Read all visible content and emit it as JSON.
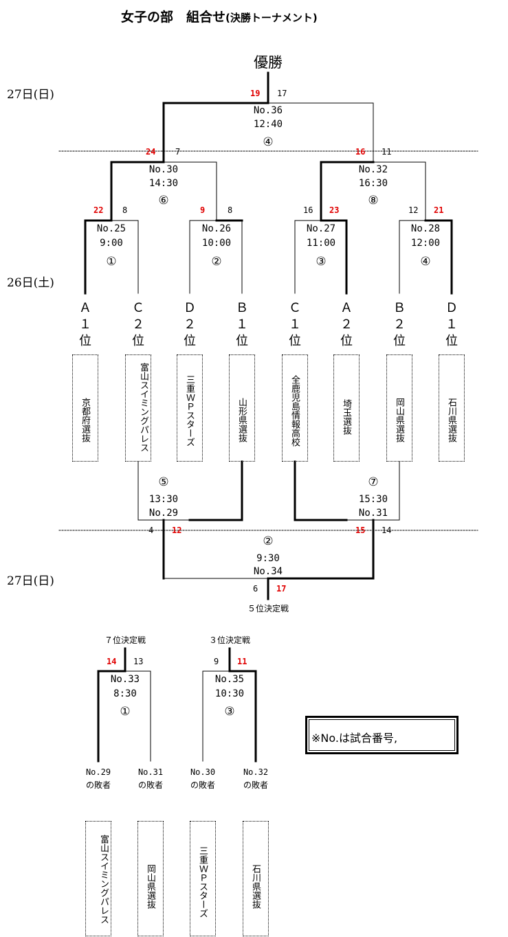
{
  "title": {
    "main": "女子の部　組合せ",
    "sub": "(決勝トーナメント)"
  },
  "days": {
    "sunday": "27日(日)",
    "saturday": "26日(土)",
    "sunday_bottom": "27日(日)"
  },
  "champion": "優勝",
  "final": {
    "number": "No.36",
    "time": "12:40",
    "court": "④",
    "score_left": "19",
    "score_right": "17"
  },
  "semis": [
    {
      "number": "No.30",
      "time": "14:30",
      "court": "⑥",
      "score_left": "24",
      "score_right": "7"
    },
    {
      "number": "No.32",
      "time": "16:30",
      "court": "⑧",
      "score_left": "16",
      "score_right": "11"
    }
  ],
  "quarters": [
    {
      "number": "No.25",
      "time": "9:00",
      "court": "①",
      "score_left": "22",
      "score_right": "8"
    },
    {
      "number": "No.26",
      "time": "10:00",
      "court": "②",
      "score_left": "9",
      "score_right": "8"
    },
    {
      "number": "No.27",
      "time": "11:00",
      "court": "③",
      "score_left": "16",
      "score_right": "23"
    },
    {
      "number": "No.28",
      "time": "12:00",
      "court": "④",
      "score_left": "12",
      "score_right": "21"
    }
  ],
  "seeds": [
    "Ａ１位",
    "Ｃ２位",
    "Ｄ２位",
    "Ｂ１位",
    "Ｃ１位",
    "Ａ２位",
    "Ｂ２位",
    "Ｄ１位"
  ],
  "teams": [
    "京都府選抜",
    "富山スイミングパレス",
    "三重ＷＰスターズ",
    "山形県選抜",
    "全鹿児島情報高校",
    "埼玉選抜",
    "岡山県選抜",
    "石川県選抜"
  ],
  "consolation_semis": [
    {
      "court": "⑤",
      "time": "13:30",
      "number": "No.29"
    },
    {
      "court": "⑦",
      "time": "15:30",
      "number": "No.31"
    }
  ],
  "fifth_place": {
    "court": "②",
    "time": "9:30",
    "number": "No.34",
    "score_left_top": "4",
    "score_left_red": "12",
    "score_right_red": "15",
    "score_right": "14",
    "score_bottom_left": "6",
    "score_bottom_red": "17",
    "label": "５位決定戦"
  },
  "seventh_place": {
    "label": "７位決定戦",
    "number": "No.33",
    "time": "8:30",
    "court": "①",
    "score_left": "14",
    "score_right": "13"
  },
  "third_place": {
    "label": "３位決定戦",
    "number": "No.35",
    "time": "10:30",
    "court": "③",
    "score_left": "9",
    "score_right": "11"
  },
  "losers": [
    {
      "of": "No.29",
      "text": "の敗者",
      "team": "富山スイミングパレス"
    },
    {
      "of": "No.31",
      "text": "の敗者",
      "team": "岡山県選抜"
    },
    {
      "of": "No.30",
      "text": "の敗者",
      "team": "三重ＷＰスターズ"
    },
    {
      "of": "No.32",
      "text": "の敗者",
      "team": "石川県選抜"
    }
  ],
  "note": "※No.は試合番号,",
  "colors": {
    "winner_score": "#e00000"
  }
}
